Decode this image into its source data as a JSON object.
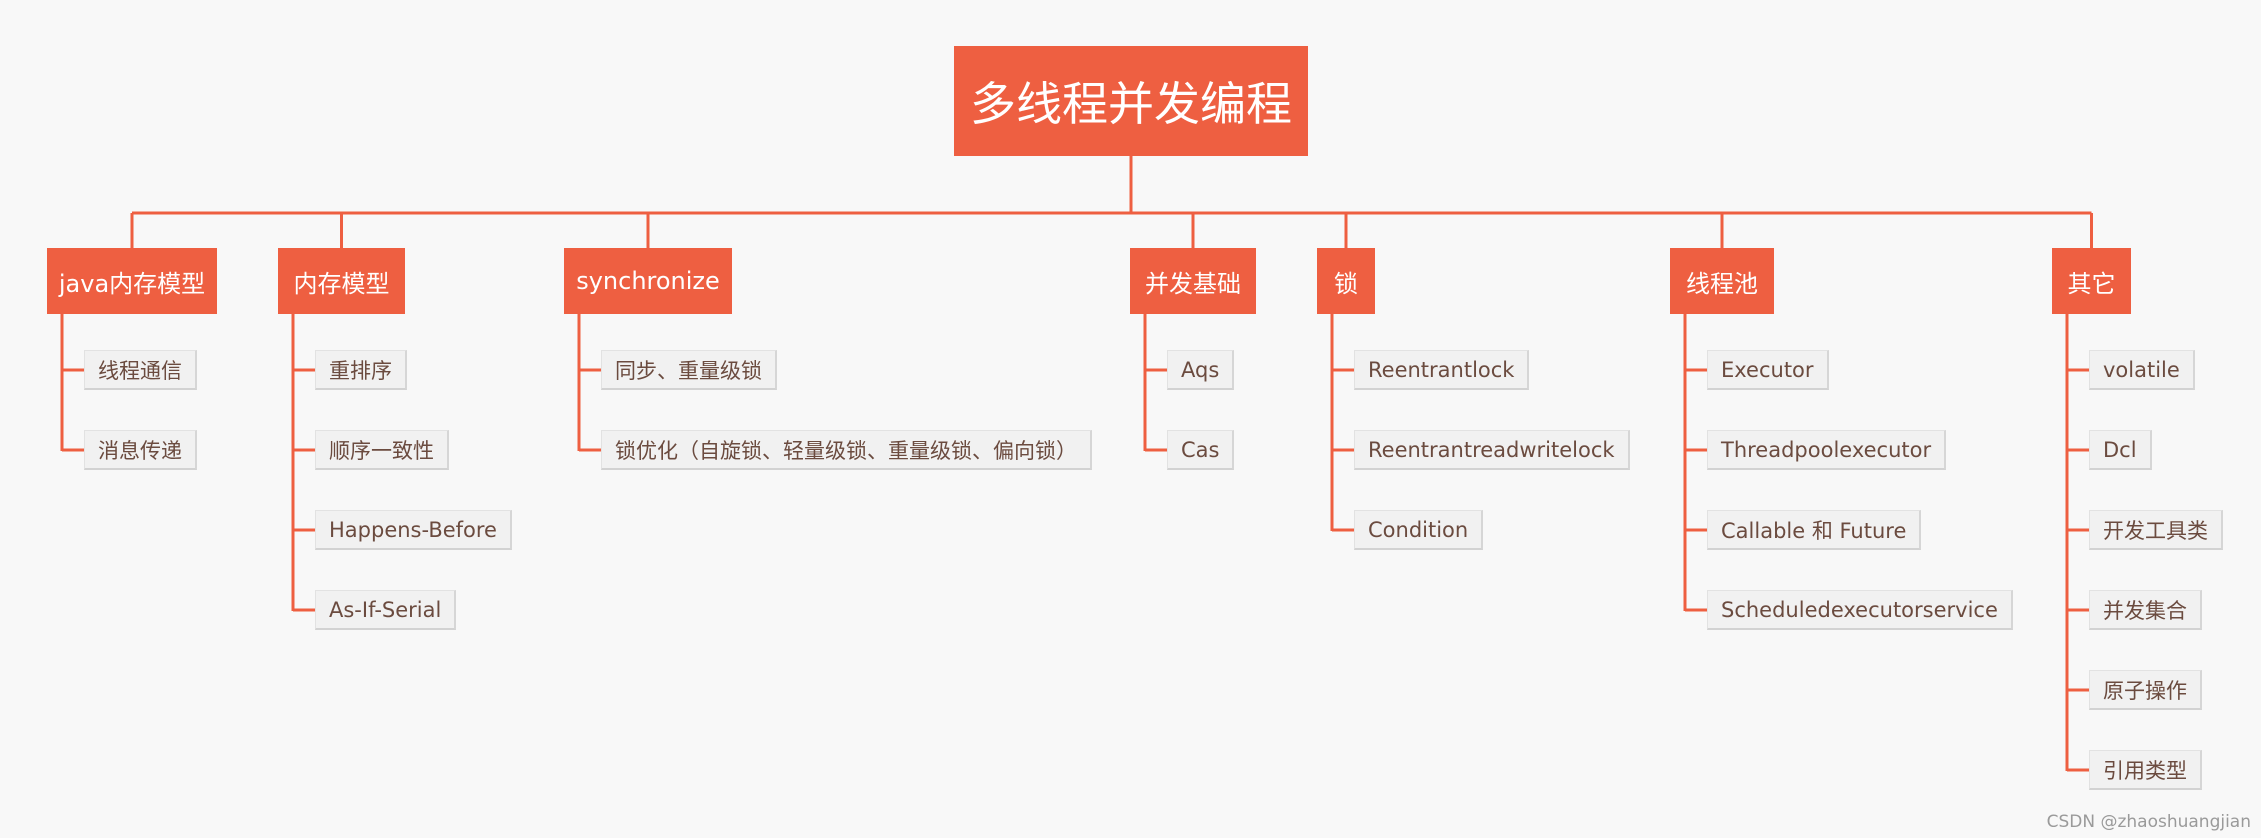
{
  "root": {
    "label": "多线程并发编程"
  },
  "colors": {
    "node": "#ee5f41",
    "line": "#ee5f41",
    "leaf_bg": "#f1f1f1",
    "leaf_text": "#6b4b3f",
    "background": "#f8f8f8"
  },
  "branches": [
    {
      "label": "java内存模型",
      "children": [
        "线程通信",
        "消息传递"
      ]
    },
    {
      "label": "内存模型",
      "children": [
        "重排序",
        "顺序一致性",
        "Happens-Before",
        "As-If-Serial"
      ]
    },
    {
      "label": "synchronize",
      "children": [
        "同步、重量级锁",
        "锁优化（自旋锁、轻量级锁、重量级锁、偏向锁）"
      ]
    },
    {
      "label": "并发基础",
      "children": [
        "Aqs",
        "Cas"
      ]
    },
    {
      "label": "锁",
      "children": [
        "Reentrantlock",
        "Reentrantreadwritelock",
        "Condition"
      ]
    },
    {
      "label": "线程池",
      "children": [
        "Executor",
        "Threadpoolexecutor",
        "Callable 和 Future",
        "Scheduledexecutorservice"
      ]
    },
    {
      "label": "其它",
      "children": [
        "volatile",
        "Dcl",
        "开发工具类",
        "并发集合",
        "原子操作",
        "引用类型"
      ]
    }
  ],
  "watermark": "CSDN @zhaoshuangjian"
}
